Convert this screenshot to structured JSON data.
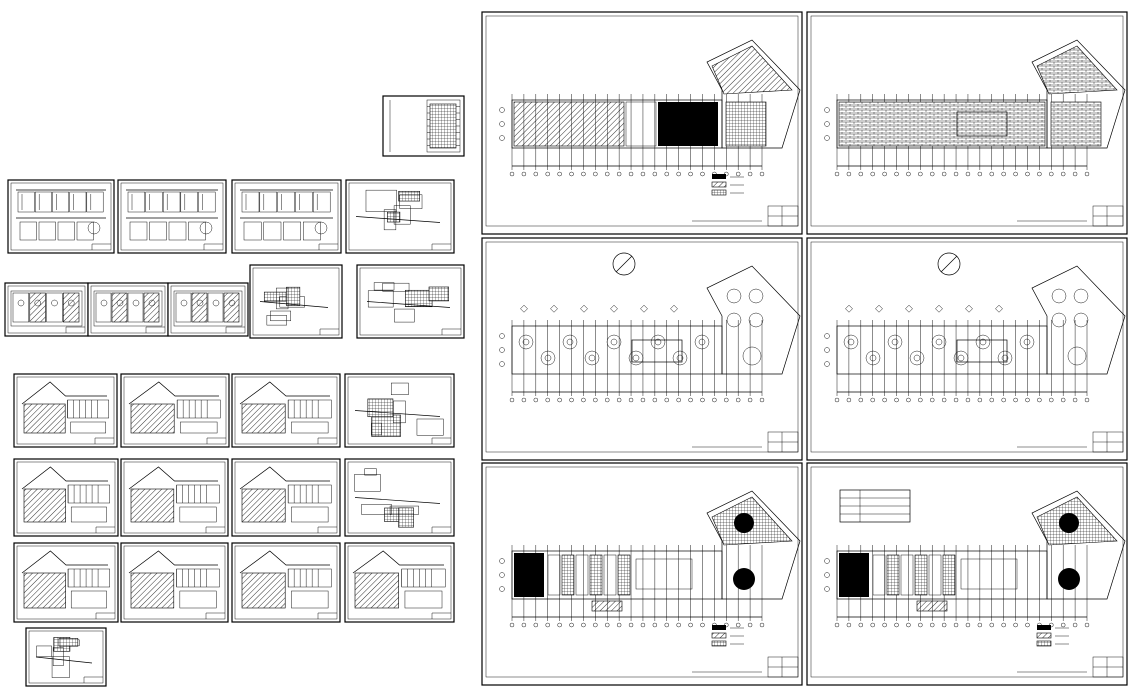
{
  "drawing_set": {
    "cover_sheet": "title-sheet",
    "thumbnail_sheets": [
      {
        "id": "s1",
        "kind": "elevations"
      },
      {
        "id": "s2",
        "kind": "elevations"
      },
      {
        "id": "s3",
        "kind": "elevations"
      },
      {
        "id": "s4",
        "kind": "details"
      },
      {
        "id": "s5",
        "kind": "plan-strip"
      },
      {
        "id": "s6",
        "kind": "plan-strip"
      },
      {
        "id": "s7",
        "kind": "plan-strip"
      },
      {
        "id": "s8",
        "kind": "details"
      },
      {
        "id": "s9",
        "kind": "details"
      },
      {
        "id": "s10",
        "kind": "section"
      },
      {
        "id": "s11",
        "kind": "section"
      },
      {
        "id": "s12",
        "kind": "section"
      },
      {
        "id": "s13",
        "kind": "details"
      },
      {
        "id": "s14",
        "kind": "section"
      },
      {
        "id": "s15",
        "kind": "section"
      },
      {
        "id": "s16",
        "kind": "section"
      },
      {
        "id": "s17",
        "kind": "details"
      },
      {
        "id": "s18",
        "kind": "section"
      },
      {
        "id": "s19",
        "kind": "section"
      },
      {
        "id": "s20",
        "kind": "section"
      },
      {
        "id": "s21",
        "kind": "section"
      },
      {
        "id": "s22",
        "kind": "details"
      }
    ],
    "plan_sheets": [
      {
        "id": "p1",
        "kind": "floor-finish-plan",
        "pattern": "hatch",
        "has_legend": true
      },
      {
        "id": "p2",
        "kind": "floor-finish-plan",
        "pattern": "bricks",
        "has_legend": false
      },
      {
        "id": "p3",
        "kind": "furniture-plan",
        "pattern": "furniture",
        "has_north_arrow": true
      },
      {
        "id": "p4",
        "kind": "furniture-plan",
        "pattern": "furniture",
        "has_north_arrow": true
      },
      {
        "id": "p5",
        "kind": "ceiling-plan",
        "pattern": "ceiling",
        "has_legend": true
      },
      {
        "id": "p6",
        "kind": "ceiling-plan",
        "pattern": "ceiling",
        "has_legend": true
      }
    ]
  },
  "colors": {
    "ink": "#000000",
    "paper": "#ffffff"
  }
}
